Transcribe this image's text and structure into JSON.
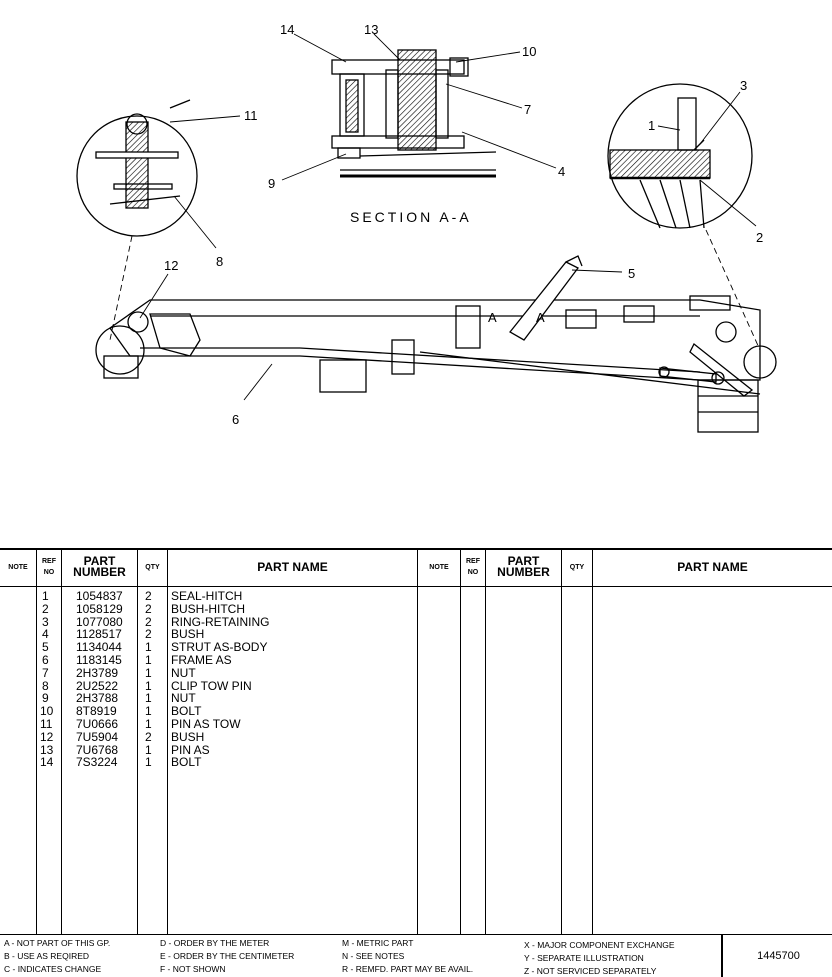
{
  "drawing": {
    "section_label": "SECTION A-A",
    "section_marks": [
      "A",
      "A"
    ],
    "callouts": [
      "14",
      "13",
      "10",
      "7",
      "4",
      "9",
      "11",
      "8",
      "12",
      "3",
      "1",
      "2",
      "5",
      "6"
    ]
  },
  "table": {
    "headers": {
      "note": "NOTE",
      "ref_no": "REF NO",
      "part_number": "PART NUMBER",
      "qty": "QTY",
      "part_name": "PART NAME"
    },
    "rows": [
      {
        "ref": "1",
        "part": "1054837",
        "qty": "2",
        "name": "SEAL-HITCH"
      },
      {
        "ref": "2",
        "part": "1058129",
        "qty": "2",
        "name": "BUSH-HITCH"
      },
      {
        "ref": "3",
        "part": "1077080",
        "qty": "2",
        "name": "RING-RETAINING"
      },
      {
        "ref": "4",
        "part": "1128517",
        "qty": "2",
        "name": "BUSH"
      },
      {
        "ref": "5",
        "part": "1134044",
        "qty": "1",
        "name": "STRUT AS-BODY"
      },
      {
        "ref": "6",
        "part": "1183145",
        "qty": "1",
        "name": "FRAME AS"
      },
      {
        "ref": "7",
        "part": "2H3789",
        "qty": "1",
        "name": "NUT"
      },
      {
        "ref": "8",
        "part": "2U2522",
        "qty": "1",
        "name": "CLIP TOW PIN"
      },
      {
        "ref": "9",
        "part": "2H3788",
        "qty": "1",
        "name": "NUT"
      },
      {
        "ref": "10",
        "part": "8T8919",
        "qty": "1",
        "name": "BOLT"
      },
      {
        "ref": "11",
        "part": "7U0666",
        "qty": "1",
        "name": "PIN AS TOW"
      },
      {
        "ref": "12",
        "part": "7U5904",
        "qty": "2",
        "name": "BUSH"
      },
      {
        "ref": "13",
        "part": "7U6768",
        "qty": "1",
        "name": "PIN AS"
      },
      {
        "ref": "14",
        "part": "7S3224",
        "qty": "1",
        "name": "BOLT"
      }
    ]
  },
  "legend": {
    "a": "A - NOT PART OF THIS GP.",
    "b": "B - USE AS REQIRED",
    "c": "C - INDICATES CHANGE",
    "d": "D - ORDER BY THE METER",
    "e": "E - ORDER BY THE CENTIMETER",
    "f": "F - NOT SHOWN",
    "m": "M - METRIC PART",
    "n": "N - SEE NOTES",
    "r": "R - REMFD. PART MAY BE AVAIL.",
    "x": "X - MAJOR COMPONENT EXCHANGE",
    "y": "Y - SEPARATE ILLUSTRATION",
    "z": "Z - NOT SERVICED SEPARATELY"
  },
  "document_number": "1445700"
}
